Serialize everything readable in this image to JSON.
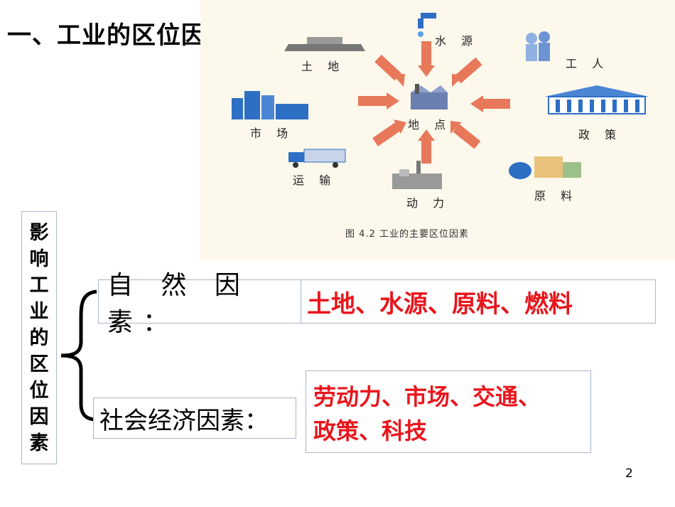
{
  "title": "一、工业的区位因素",
  "figure": {
    "center_label": "地 点",
    "labels": {
      "water": "水 源",
      "land": "土 地",
      "labor": "工 人",
      "market": "市 场",
      "policy": "政 策",
      "transport": "运 输",
      "power": "动 力",
      "material": "原 料"
    },
    "caption": "图 4.2   工业的主要区位因素"
  },
  "side_label_chars": [
    "影",
    "响",
    "工",
    "业",
    "的",
    "区",
    "位",
    "因",
    "素"
  ],
  "natural": {
    "label": "自 然 因 素：",
    "values": "土地、水源、原料、燃料"
  },
  "social": {
    "label": "社会经济因素：",
    "values_line1": "劳动力、市场、交通、",
    "values_line2": "政策、科技"
  },
  "page_number": "2",
  "colors": {
    "highlight": "#e8161c",
    "arrow": "#e8785a",
    "building": "#2d6fc4"
  }
}
